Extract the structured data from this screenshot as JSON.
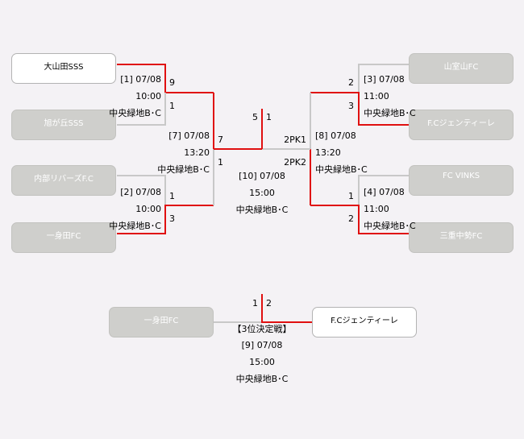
{
  "colors": {
    "win_line": "#e01010",
    "lose_line": "#c8c8c8"
  },
  "teams": {
    "oyamada": "大山田SSS",
    "asahigaoka": "旭が丘SSS",
    "naibu": "内部リバーズF.C",
    "isshinden_1": "一身田FC",
    "yamamuro": "山室山FC",
    "fc_gentile_1": "F.Cジェンティーレ",
    "fc_vinks": "FC VINKS",
    "mie_chusei": "三重中勢FC",
    "isshinden_2": "一身田FC",
    "fc_gentile_2": "F.Cジェンティーレ"
  },
  "matches": {
    "m1": {
      "date": "[1] 07/08",
      "time": "10:00",
      "venue": "中央緑地B･C",
      "score_top": "9",
      "score_bottom": "1"
    },
    "m2": {
      "date": "[2] 07/08",
      "time": "10:00",
      "venue": "中央緑地B･C",
      "score_top": "1",
      "score_bottom": "3"
    },
    "m3": {
      "date": "[3] 07/08",
      "time": "11:00",
      "venue": "中央緑地B･C",
      "score_top": "2",
      "score_bottom": "3"
    },
    "m4": {
      "date": "[4] 07/08",
      "time": "11:00",
      "venue": "中央緑地B･C",
      "score_top": "1",
      "score_bottom": "2"
    },
    "m7": {
      "date": "[7] 07/08",
      "time": "13:20",
      "venue": "中央緑地B･C",
      "score_top": "7",
      "score_bottom": "1"
    },
    "m8": {
      "date": "[8] 07/08",
      "time": "13:20",
      "venue": "中央緑地B･C",
      "score_top": "2PK1",
      "score_bottom": "2PK2"
    },
    "m10": {
      "date": "[10] 07/08",
      "time": "15:00",
      "venue": "中央緑地B･C",
      "score_left": "5",
      "score_right": "1"
    },
    "m9": {
      "label": "【3位決定戦】",
      "date": "[9] 07/08",
      "time": "15:00",
      "venue": "中央緑地B･C",
      "score_left": "1",
      "score_right": "2"
    }
  }
}
